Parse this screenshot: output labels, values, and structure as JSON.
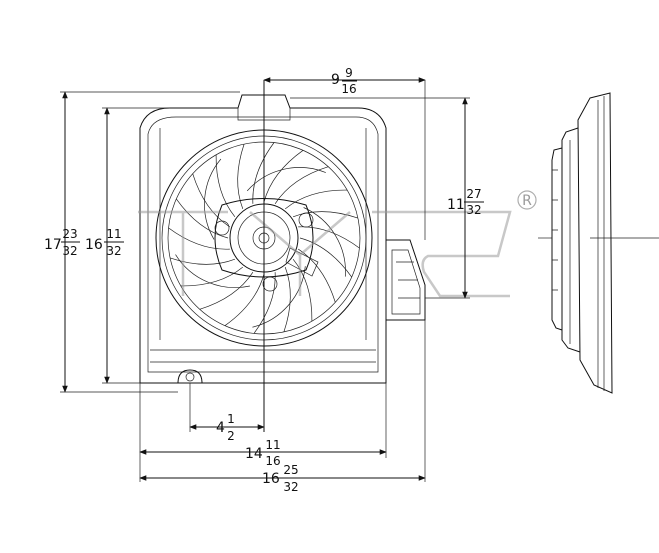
{
  "dimensions": {
    "top_width": {
      "whole": "9",
      "num": "9",
      "den": "16"
    },
    "right_height": {
      "whole": "11",
      "num": "27",
      "den": "32"
    },
    "outer_height": {
      "whole": "17",
      "num": "23",
      "den": "32"
    },
    "inner_height": {
      "whole": "16",
      "num": "11",
      "den": "32"
    },
    "offset": {
      "whole": "4",
      "num": "1",
      "den": "2"
    },
    "shroud_width": {
      "whole": "14",
      "num": "11",
      "den": "16"
    },
    "overall_width": {
      "whole": "16",
      "num": "25",
      "den": "32"
    }
  },
  "watermark": {
    "registered_mark": "R"
  },
  "colors": {
    "line": "#111111",
    "watermark": "#9a9a9a"
  }
}
